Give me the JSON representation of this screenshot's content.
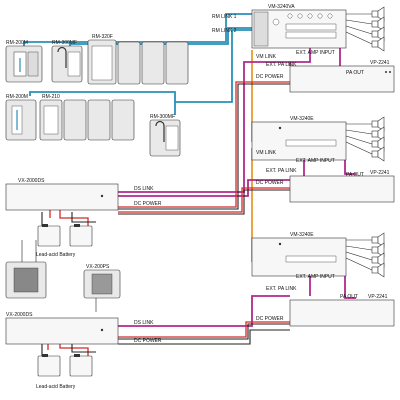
{
  "labels": {
    "rm200m_a": "RM-200M",
    "rm300mf_a": "RM-300MF",
    "rm320f": "RM-320F",
    "rm200m_b": "RM-200M",
    "rm210": "RM-210",
    "rm300mf_b": "RM-300MF",
    "vm3240va": "VM-3240VA",
    "rm_link1": "RM LINK 1",
    "rm_link2": "RM LINK 2",
    "ext_amp_input_1": "EXT. AMP INPUT",
    "vm_link_1": "VM LINK",
    "ext_pa_link_1": "EXT. PA LINK",
    "pa_out_1": "PA OUT",
    "dc_power_1": "DC POWER",
    "vp2241_1": "VP-2241",
    "vm3240e_1": "VM-3240E",
    "vm_link_2": "VM LINK",
    "ext_amp_input_2": "EXT. AMP INPUT",
    "ext_pa_link_2": "EXT. PA LINK",
    "pa_out_2": "PA OUT",
    "vp2241_2": "VP-2241",
    "dc_power_2": "DC POWER",
    "vx2000ds_1": "VX-2000DS",
    "ds_link_1": "DS LINK",
    "dc_power_3": "DC POWER",
    "battery_1": "Lead-acid Battery",
    "vx200ps": "VX-200PS",
    "vm3240e_2": "VM-3240E",
    "ext_amp_input_3": "EXT. AMP INPUT",
    "ext_pa_link_3": "EXT. PA LINK",
    "vx2000ds_2": "VX-2000DS",
    "ds_link_2": "DS LINK",
    "pa_out_3": "PA OUT",
    "vp2241_3": "VP-2241",
    "dc_power_4": "DC POWER",
    "dc_power_5": "DC POWER",
    "battery_2": "Lead-acid Battery"
  },
  "colors": {
    "rm_link": "#2a90b8",
    "ds_link": "#b02a8c",
    "vm_link": "#e89a2c",
    "dc_power": "#d12b2b"
  }
}
